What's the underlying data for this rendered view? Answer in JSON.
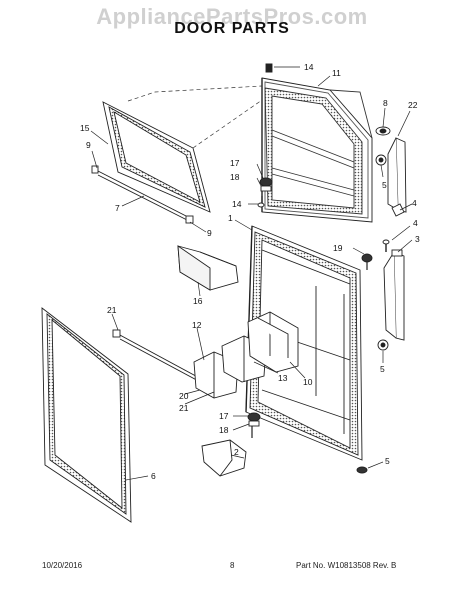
{
  "header": {
    "watermark": "AppliancePartsPros.com",
    "title": "DOOR PARTS"
  },
  "footer": {
    "date": "10/20/2016",
    "page": "8",
    "part_no": "Part No. W10813508  Rev. B"
  },
  "callouts": [
    {
      "id": "c14a",
      "text": "14"
    },
    {
      "id": "c11",
      "text": "11"
    },
    {
      "id": "c8",
      "text": "8"
    },
    {
      "id": "c22",
      "text": "22"
    },
    {
      "id": "c15",
      "text": "15"
    },
    {
      "id": "c9a",
      "text": "9"
    },
    {
      "id": "c17a",
      "text": "17"
    },
    {
      "id": "c18a",
      "text": "18"
    },
    {
      "id": "c5a",
      "text": "5"
    },
    {
      "id": "c7",
      "text": "7"
    },
    {
      "id": "c14b",
      "text": "14"
    },
    {
      "id": "c4a",
      "text": "4"
    },
    {
      "id": "c9b",
      "text": "9"
    },
    {
      "id": "c1",
      "text": "1"
    },
    {
      "id": "c4b",
      "text": "4"
    },
    {
      "id": "c3",
      "text": "3"
    },
    {
      "id": "c19",
      "text": "19"
    },
    {
      "id": "c16",
      "text": "16"
    },
    {
      "id": "c21a",
      "text": "21"
    },
    {
      "id": "c12",
      "text": "12"
    },
    {
      "id": "c13",
      "text": "13"
    },
    {
      "id": "c10",
      "text": "10"
    },
    {
      "id": "c5b",
      "text": "5"
    },
    {
      "id": "c20",
      "text": "20"
    },
    {
      "id": "c21b",
      "text": "21"
    },
    {
      "id": "c17b",
      "text": "17"
    },
    {
      "id": "c18b",
      "text": "18"
    },
    {
      "id": "c6",
      "text": "6"
    },
    {
      "id": "c2",
      "text": "2"
    },
    {
      "id": "c5c",
      "text": "5"
    }
  ]
}
